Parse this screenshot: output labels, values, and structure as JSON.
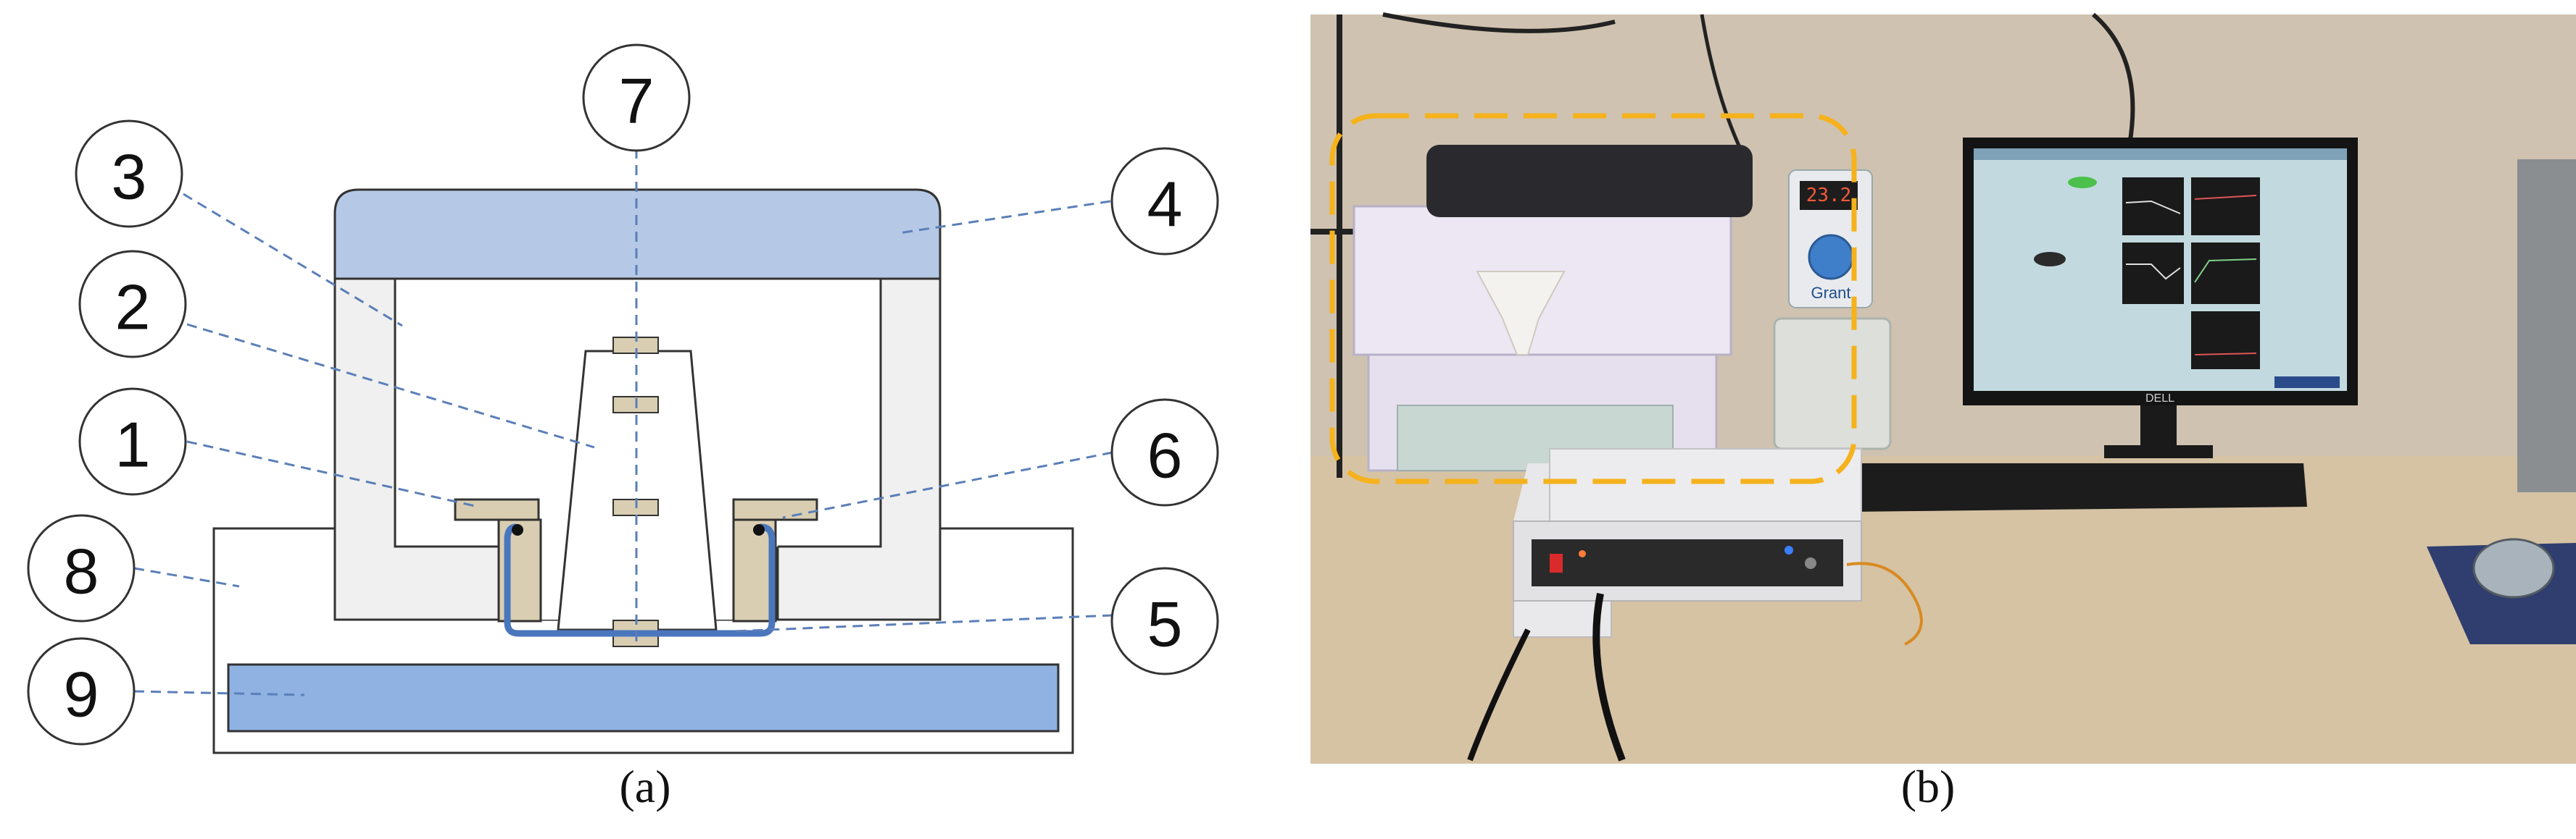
{
  "panel_a": {
    "callouts": [
      "1",
      "2",
      "3",
      "4",
      "5",
      "6",
      "7",
      "8",
      "9"
    ],
    "caption": "(a)"
  },
  "panel_b": {
    "controller_display": "23.2",
    "controller_brand": "Grant",
    "monitor_brand": "DELL",
    "caption": "(b)"
  },
  "colors": {
    "lid_blue": "#b5c9e6",
    "water_blue": "#8fb2e3",
    "insulation_gray": "#f0f0f0",
    "clamp_beige": "#d9ceb2",
    "line_blue": "#5b7fb8",
    "tube_blue": "#4a76bd",
    "highlight_orange": "#f5b21c"
  }
}
